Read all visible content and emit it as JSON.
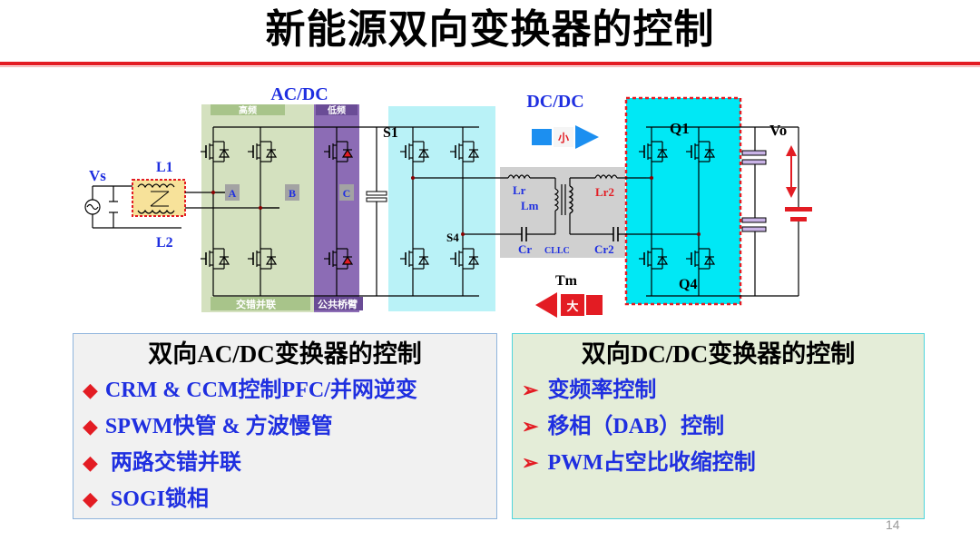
{
  "title": "新能源双向变换器的控制",
  "circuit": {
    "acdc_label": "AC/DC",
    "dcdc_label": "DC/DC",
    "tag_high_freq": "高频",
    "tag_low_freq": "低频",
    "tag_interleave": "交错并联",
    "tag_common_leg": "公共桥臂",
    "vs": "Vs",
    "l1": "L1",
    "l2": "L2",
    "node_a": "A",
    "node_b": "B",
    "node_c": "C",
    "s1": "S1",
    "s4": "S4",
    "lr": "Lr",
    "lm": "Lm",
    "lr2": "Lr2",
    "cr": "Cr",
    "cllc": "CLLC",
    "cr2": "Cr2",
    "q1": "Q1",
    "q4": "Q4",
    "vo": "Vo",
    "tm": "Tm",
    "arrow_small": "小",
    "arrow_large": "大"
  },
  "left_box": {
    "title": "双向AC/DC变换器的控制",
    "items": [
      "CRM & CCM控制PFC/并网逆变",
      "SPWM快管 & 方波慢管",
      " 两路交错并联",
      " SOGI锁相"
    ]
  },
  "right_box": {
    "title": "双向DC/DC变换器的控制",
    "items": [
      "变频率控制",
      "移相（DAB）控制",
      "PWM占空比收缩控制"
    ]
  },
  "page_number": "14",
  "colors": {
    "accent_red": "#e31c23",
    "text_blue": "#1f2fe0",
    "panel_green": "#d4e1bf",
    "panel_purple": "#7f5fa8",
    "panel_cyan": "#b9f2f7",
    "dab_cyan": "#00e8f5",
    "tank_gray": "#d0d0d0",
    "arrow_blue": "#1c8ff0"
  }
}
